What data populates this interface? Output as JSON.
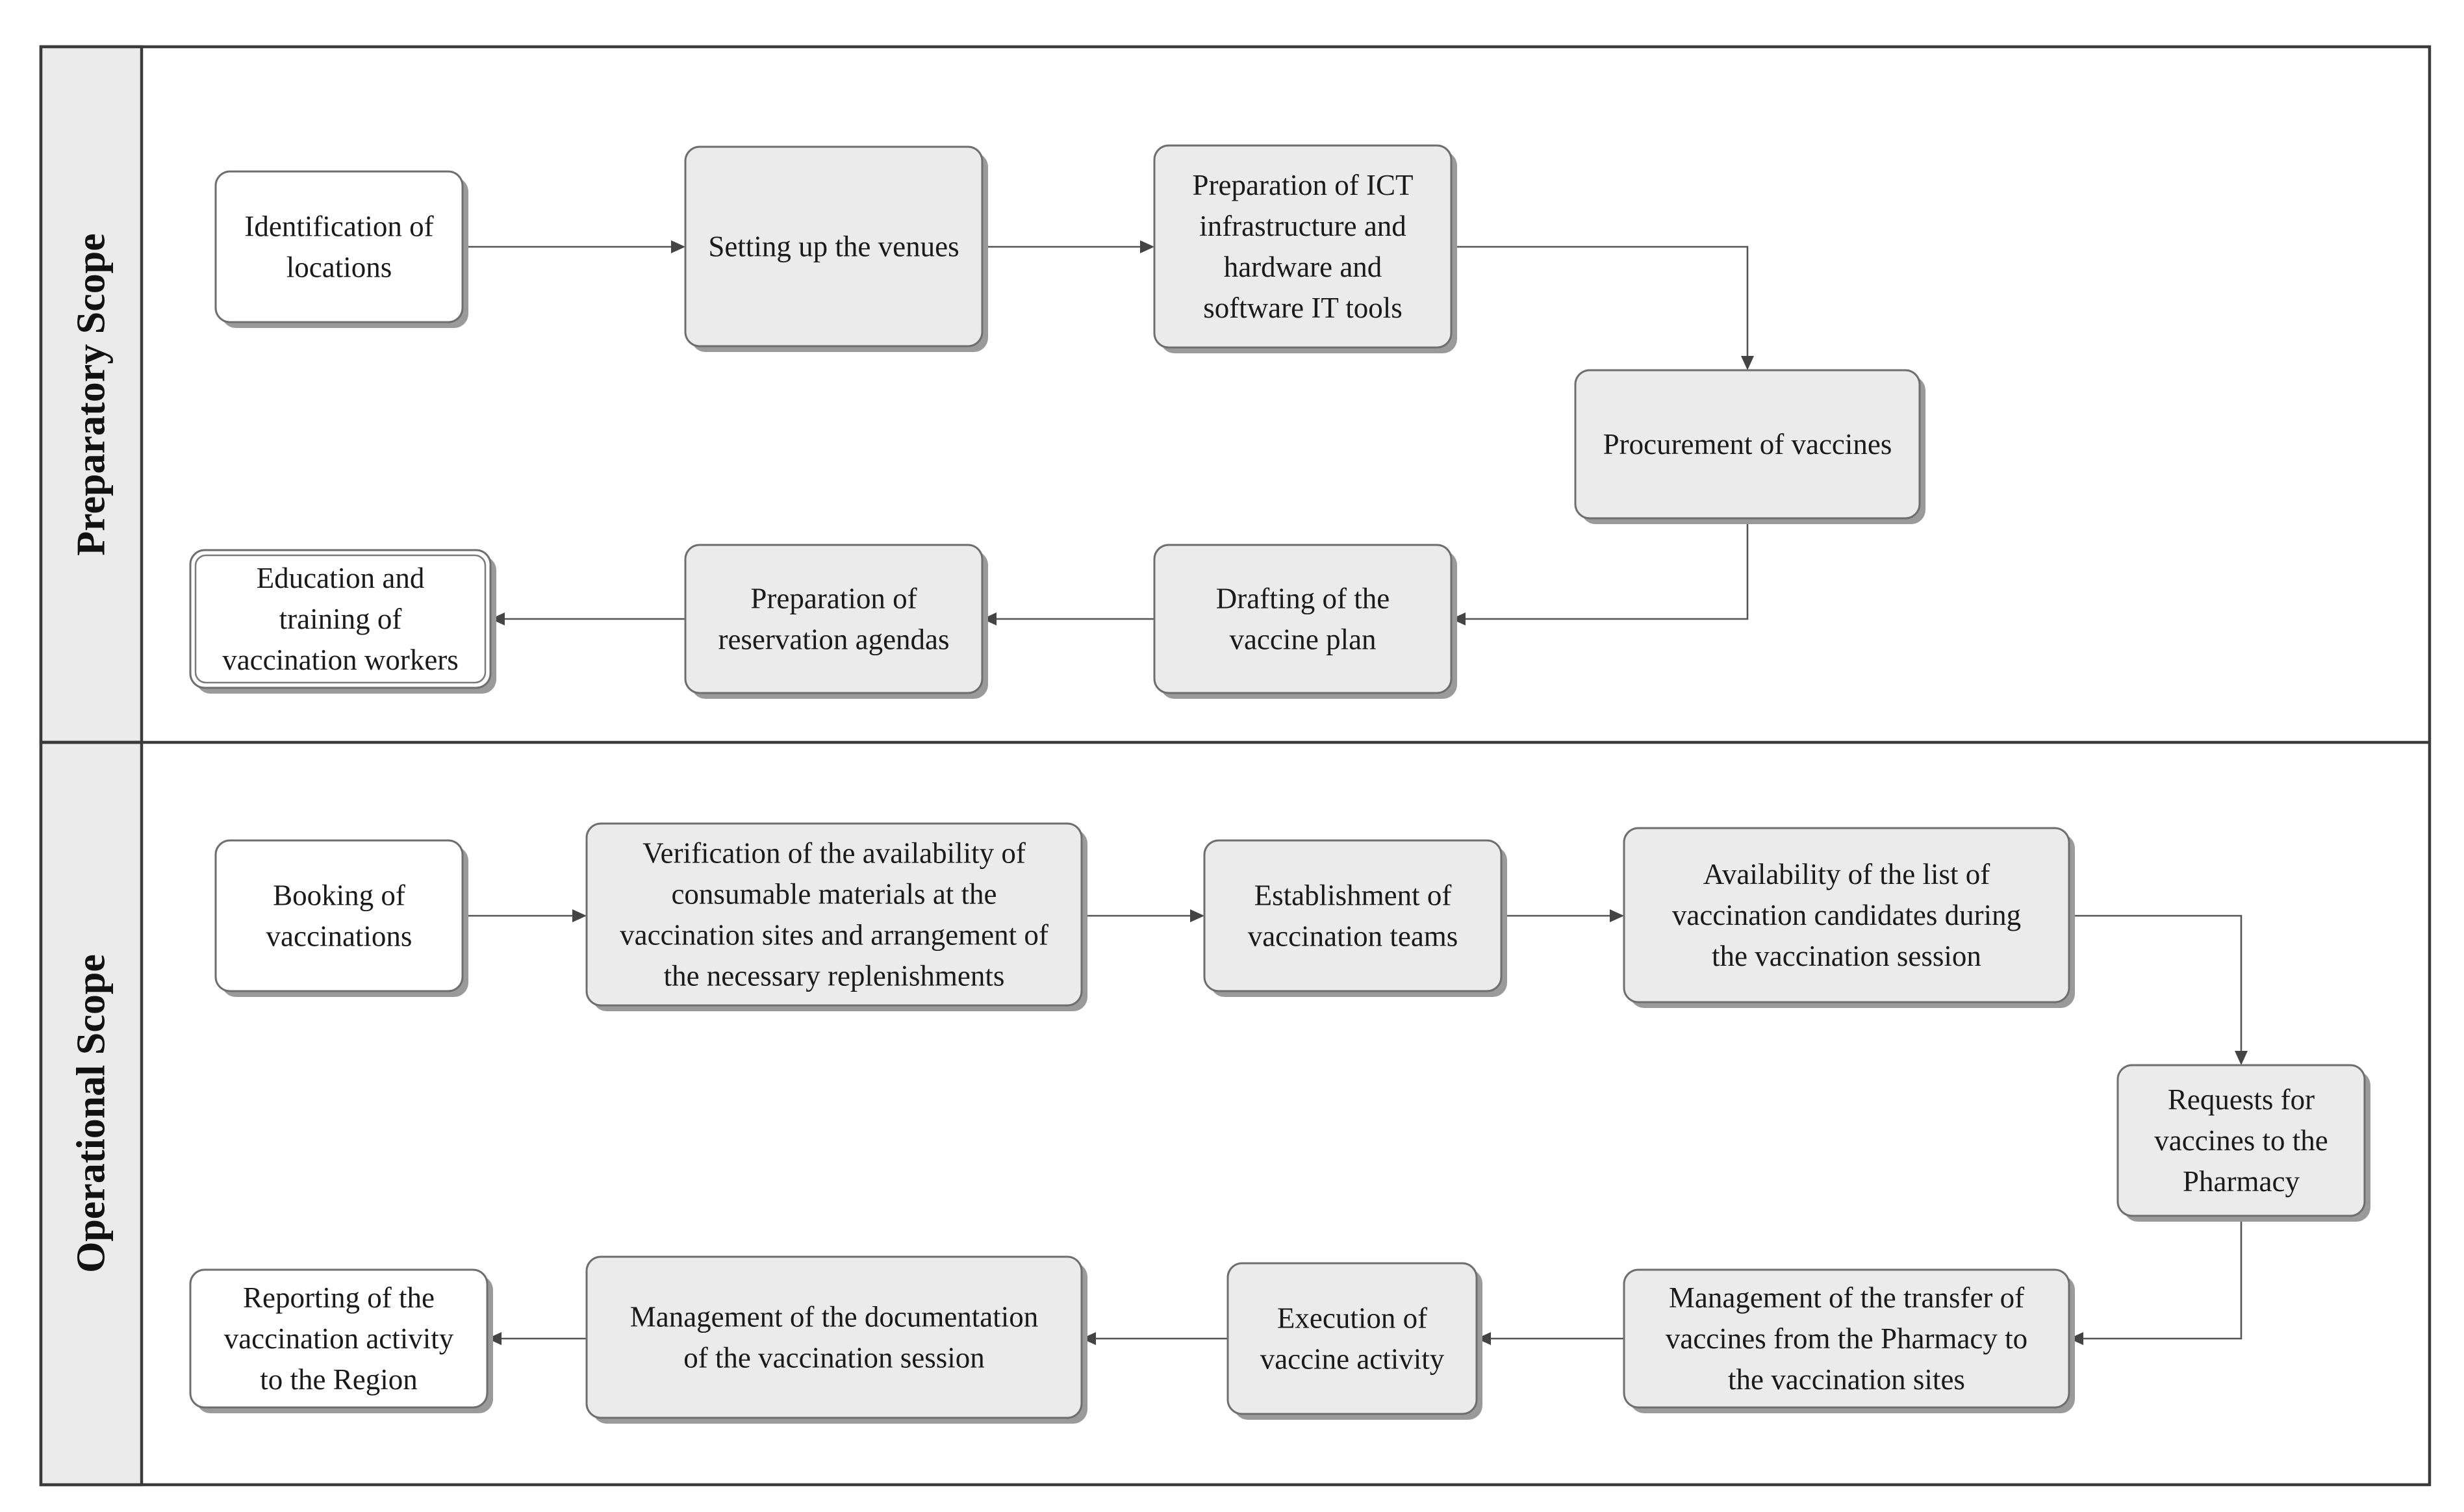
{
  "lanes": [
    {
      "id": "preparatory",
      "title": "Preparatory Scope"
    },
    {
      "id": "operational",
      "title": "Operational Scope"
    }
  ],
  "nodes": [
    {
      "id": "identification-of-locations",
      "lane": "preparatory",
      "style": "white",
      "lines": [
        "Identification of",
        "locations"
      ]
    },
    {
      "id": "setting-up-venues",
      "lane": "preparatory",
      "style": "grey",
      "lines": [
        "Setting up the venues"
      ]
    },
    {
      "id": "ict-preparation",
      "lane": "preparatory",
      "style": "grey",
      "lines": [
        "Preparation of ICT",
        "infrastructure and",
        "hardware and",
        "software IT tools"
      ]
    },
    {
      "id": "procurement-of-vaccines",
      "lane": "preparatory",
      "style": "grey",
      "lines": [
        "Procurement of vaccines"
      ]
    },
    {
      "id": "drafting-vaccine-plan",
      "lane": "preparatory",
      "style": "grey",
      "lines": [
        "Drafting of the",
        "vaccine plan"
      ]
    },
    {
      "id": "reservation-agendas",
      "lane": "preparatory",
      "style": "grey",
      "lines": [
        "Preparation of",
        "reservation agendas"
      ]
    },
    {
      "id": "education-training",
      "lane": "preparatory",
      "style": "white-double",
      "lines": [
        "Education and",
        "training of",
        "vaccination workers"
      ]
    },
    {
      "id": "booking-vaccinations",
      "lane": "operational",
      "style": "white",
      "lines": [
        "Booking of",
        "vaccinations"
      ]
    },
    {
      "id": "verification-materials",
      "lane": "operational",
      "style": "grey",
      "lines": [
        "Verification of the availability of",
        "consumable materials at the",
        "vaccination sites and arrangement of",
        "the necessary replenishments"
      ]
    },
    {
      "id": "establishment-teams",
      "lane": "operational",
      "style": "grey",
      "lines": [
        "Establishment of",
        "vaccination teams"
      ]
    },
    {
      "id": "candidates-list",
      "lane": "operational",
      "style": "grey",
      "lines": [
        "Availability of the list of",
        "vaccination candidates during",
        "the vaccination session"
      ]
    },
    {
      "id": "requests-pharmacy",
      "lane": "operational",
      "style": "grey",
      "lines": [
        "Requests for",
        "vaccines to the",
        "Pharmacy"
      ]
    },
    {
      "id": "transfer-management",
      "lane": "operational",
      "style": "grey",
      "lines": [
        "Management of the transfer of",
        "vaccines from the Pharmacy to",
        "the vaccination sites"
      ]
    },
    {
      "id": "execution-activity",
      "lane": "operational",
      "style": "grey",
      "lines": [
        "Execution of",
        "vaccine activity"
      ]
    },
    {
      "id": "documentation-management",
      "lane": "operational",
      "style": "grey",
      "lines": [
        "Management of the documentation",
        "of the vaccination session"
      ]
    },
    {
      "id": "reporting-region",
      "lane": "operational",
      "style": "white",
      "lines": [
        "Reporting of the",
        "vaccination activity",
        "to the Region"
      ]
    }
  ],
  "edges": [
    {
      "from": "identification-of-locations",
      "to": "setting-up-venues"
    },
    {
      "from": "setting-up-venues",
      "to": "ict-preparation"
    },
    {
      "from": "ict-preparation",
      "to": "procurement-of-vaccines"
    },
    {
      "from": "procurement-of-vaccines",
      "to": "drafting-vaccine-plan"
    },
    {
      "from": "drafting-vaccine-plan",
      "to": "reservation-agendas"
    },
    {
      "from": "reservation-agendas",
      "to": "education-training"
    },
    {
      "from": "booking-vaccinations",
      "to": "verification-materials"
    },
    {
      "from": "verification-materials",
      "to": "establishment-teams"
    },
    {
      "from": "establishment-teams",
      "to": "candidates-list"
    },
    {
      "from": "candidates-list",
      "to": "requests-pharmacy"
    },
    {
      "from": "requests-pharmacy",
      "to": "transfer-management"
    },
    {
      "from": "transfer-management",
      "to": "execution-activity"
    },
    {
      "from": "execution-activity",
      "to": "documentation-management"
    },
    {
      "from": "documentation-management",
      "to": "reporting-region"
    }
  ]
}
